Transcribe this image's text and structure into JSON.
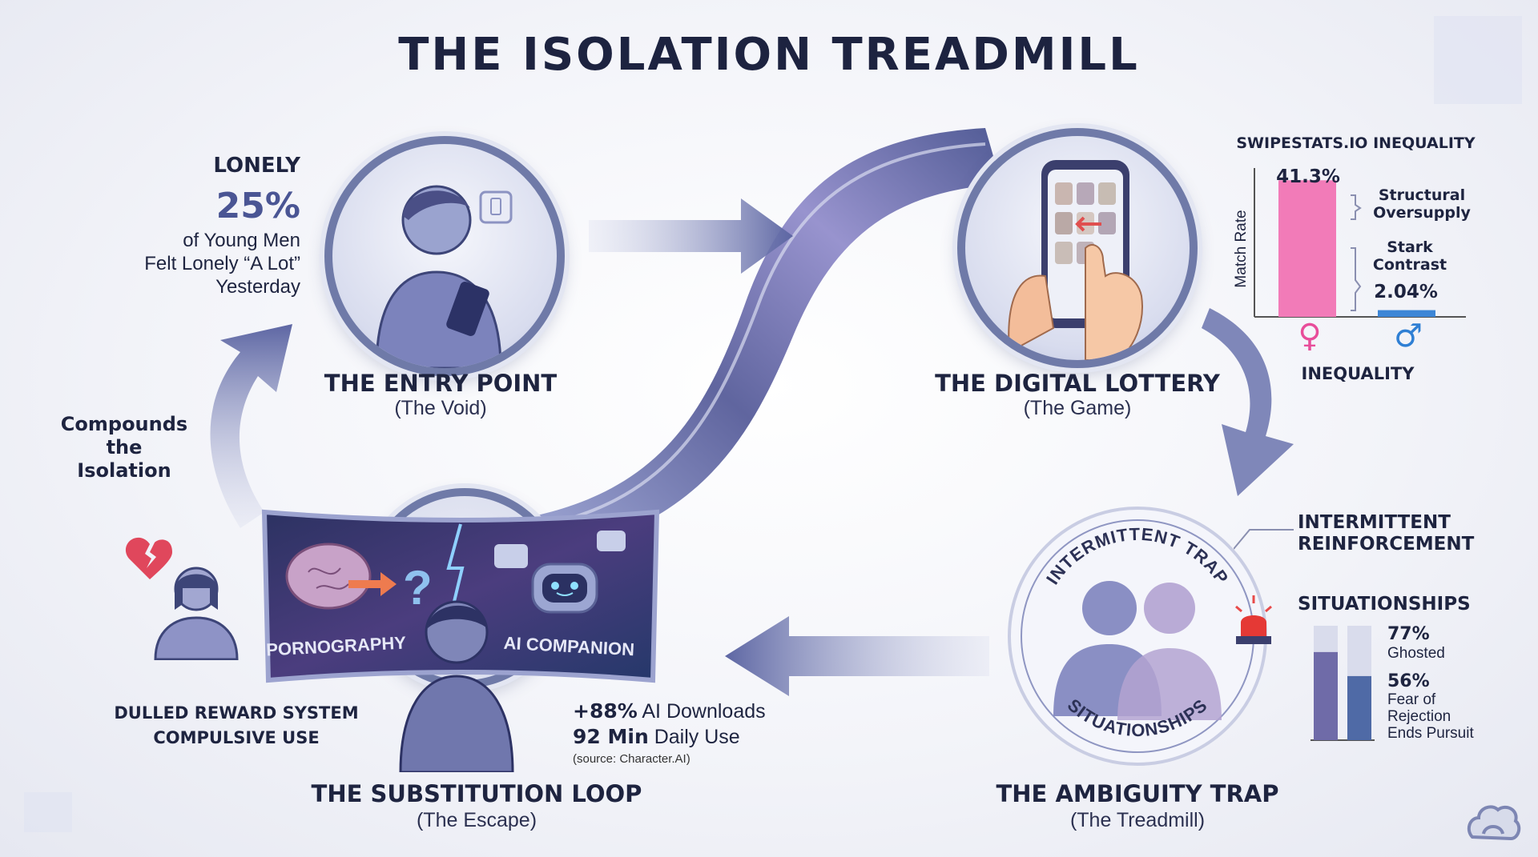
{
  "title": "THE ISOLATION TREADMILL",
  "entry": {
    "title": "THE ENTRY POINT",
    "subtitle": "(The Void)",
    "stat_label": "LONELY",
    "stat_value": "25%",
    "stat_desc": [
      "of Young Men",
      "Felt Lonely “A Lot”",
      "Yesterday"
    ]
  },
  "compounds": [
    "Compounds",
    "the Isolation"
  ],
  "lottery": {
    "title": "THE DIGITAL LOTTERY",
    "subtitle": "(The Game)"
  },
  "inequality": {
    "heading": "SWIPESTATS.IO INEQUALITY",
    "axis_label": "Match Rate",
    "female_value_label": "41.3%",
    "male_value_label": "2.04%",
    "annotation_top": [
      "Structural",
      "Oversupply"
    ],
    "annotation_mid": [
      "Stark",
      "Contrast"
    ],
    "female_symbol": "♀",
    "male_symbol": "♂",
    "footer": "INEQUALITY"
  },
  "ambiguity": {
    "title": "THE AMBIGUITY TRAP",
    "subtitle": "(The Treadmill)",
    "ring_top": "INTERMITTENT TRAP",
    "ring_bottom": "SITUATIONSHIPS",
    "reinforcement": [
      "INTERMITTENT",
      "REINFORCEMENT"
    ],
    "situationships_heading": "SITUATIONSHIPS",
    "stat1_value": "77%",
    "stat1_label": "Ghosted",
    "stat2_value": "56%",
    "stat2_label": [
      "Fear of",
      "Rejection",
      "Ends Pursuit"
    ]
  },
  "substitution": {
    "title": "THE SUBSTITUTION LOOP",
    "subtitle": "(The Escape)",
    "screen_left": "PORNOGRAPHY",
    "screen_right": "AI COMPANION",
    "dulled": [
      "DULLED REWARD SYSTEM",
      "COMPULSIVE USE"
    ],
    "ai_downloads_value": "+88%",
    "ai_downloads_label": "AI Downloads",
    "daily_use_value": "92 Min",
    "daily_use_label": "Daily Use",
    "source": "(source: Character.AI)"
  },
  "chart_data": {
    "type": "bar",
    "title": "SWIPESTATS.IO INEQUALITY",
    "ylabel": "Match Rate",
    "categories": [
      "♀",
      "♂"
    ],
    "values": [
      41.3,
      2.04
    ],
    "ylim": [
      0,
      45
    ],
    "colors": [
      "#f27bb8",
      "#3d86d6"
    ]
  },
  "situationship_bars": [
    {
      "label": "Ghosted",
      "value": 77,
      "color": "#6f6ba8"
    },
    {
      "label": "Fear of Rejection Ends Pursuit",
      "value": 56,
      "color": "#4f6aa6"
    }
  ],
  "colors": {
    "ring": "#6f7aa8",
    "arrow": "#7c86b8",
    "ribbon": "#5a5fa0",
    "female_pink": "#e84d9a",
    "male_blue": "#2f7fd4"
  }
}
